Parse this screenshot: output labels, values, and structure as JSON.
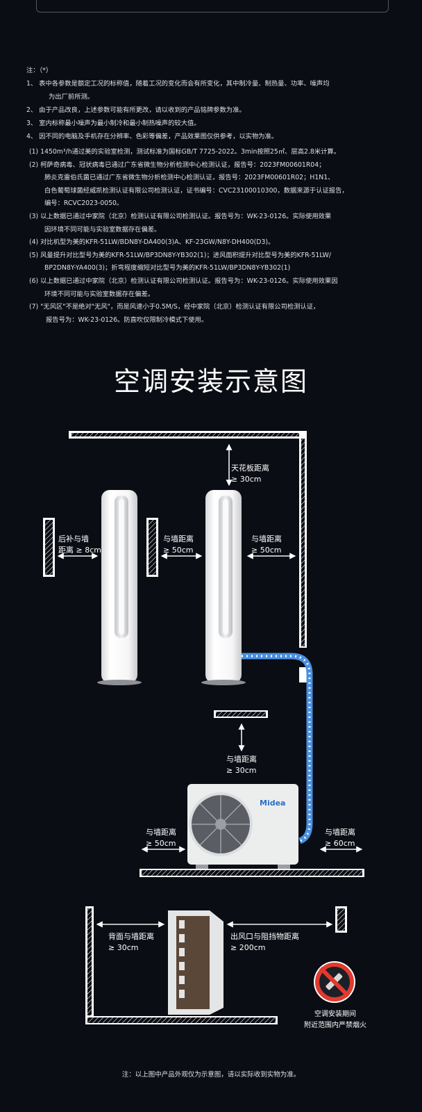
{
  "notes": {
    "heading": "注：（*）",
    "items": [
      "1、 表中各参数是额定工况的标称值，随着工况的变化而会有所变化，其中制冷量、制热量、功率、噪声均",
      "为出厂前所测。",
      "2、 由于产品改良，上述参数可能有所更改，请以收到的产品铭牌参数为准。",
      "3、 室内标称最小噪声为最小制冷和最小制热噪声的较大值。",
      "4、 因不同的电脑及手机存在分辨率、色彩等偏差，产品效果图仅供参考，以实物为准。"
    ]
  },
  "footnotes": [
    "(1) 1450m³/h通过美的实验室检测，测试标准为国标GB/T 7725-2022。3min按照25㎡、层高2.8米计算。",
    "(2) 柯萨奇病毒、冠状病毒已通过广东省微生物分析检测中心检测认证，报告号：2023FM00601R04；",
    "肺炎克雷伯氏菌已通过广东省微生物分析检测中心检测认证，报告号：2023FM00601R02；H1N1、",
    "白色葡萄球菌经威凯检测认证有限公司检测认证，证书编号：CVC23100010300，数据来源于认证报告，",
    "编号：RCVC2023-0050。",
    "(3) 以上数据已通过中家院（北京）检测认证有限公司检测认证。报告号为：WK-23-0126。实际使用效果",
    "因环境不同可能与实验室数据存在偏差。",
    "(4) 对比机型为美的KFR-51LW/BDN8Y-DA400(3)A、KF-23GW/N8Y-DH400(D3)。",
    "(5) 风量提升对比型号为美的KFR-51LW/BP3DN8Y-YB302(1)；进风面积提升对比型号为美的KFR-51LW/",
    "BP2DN8Y-YA400(3)；折弯程度缩短对比型号为美的KFR-51LW/BP3DN8Y-YB302(1)",
    "(6) 以上数据已通过中家院（北京）检测认证有限公司检测认证。报告号为：WK-23-0126。实际使用效果因",
    "环境不同可能与实验室数据存在偏差。",
    "(7) \"无风区\"不是绝对\"无风\"，而是风速小于0.5M/S，经中家院（北京）检测认证有限公司检测认证，",
    "报告号为：WK-23-0126。防直吹仅限制冷模式下使用。"
  ],
  "diagram": {
    "title": "空调安装示意图",
    "labels": {
      "ceiling_1": "天花板距离",
      "ceiling_2": "≥ 30cm",
      "rear_1": "后补与墙",
      "rear_2": "距离 ≥ 8cm",
      "mid_1": "与墙距离",
      "mid_2": "≥ 50cm",
      "right_1": "与墙距离",
      "right_2": "≥ 50cm",
      "outdoor_top_1": "与墙距离",
      "outdoor_top_2": "≥ 30cm",
      "outdoor_left_1": "与墙距离",
      "outdoor_left_2": "≥ 50cm",
      "outdoor_right_1": "与墙距离",
      "outdoor_right_2": "≥ 60cm",
      "back_1": "背面与墙距离",
      "back_2": "≥ 30cm",
      "outlet_1": "出风口与阻挡物距离",
      "outlet_2": "≥ 200cm",
      "nosmoke_1": "空调安装期间",
      "nosmoke_2": "附近范围内严禁烟火",
      "brand": "Midea"
    }
  },
  "bottom_note": "注：以上图中产品外观仅为示意图，请以实际收到实物为准。"
}
